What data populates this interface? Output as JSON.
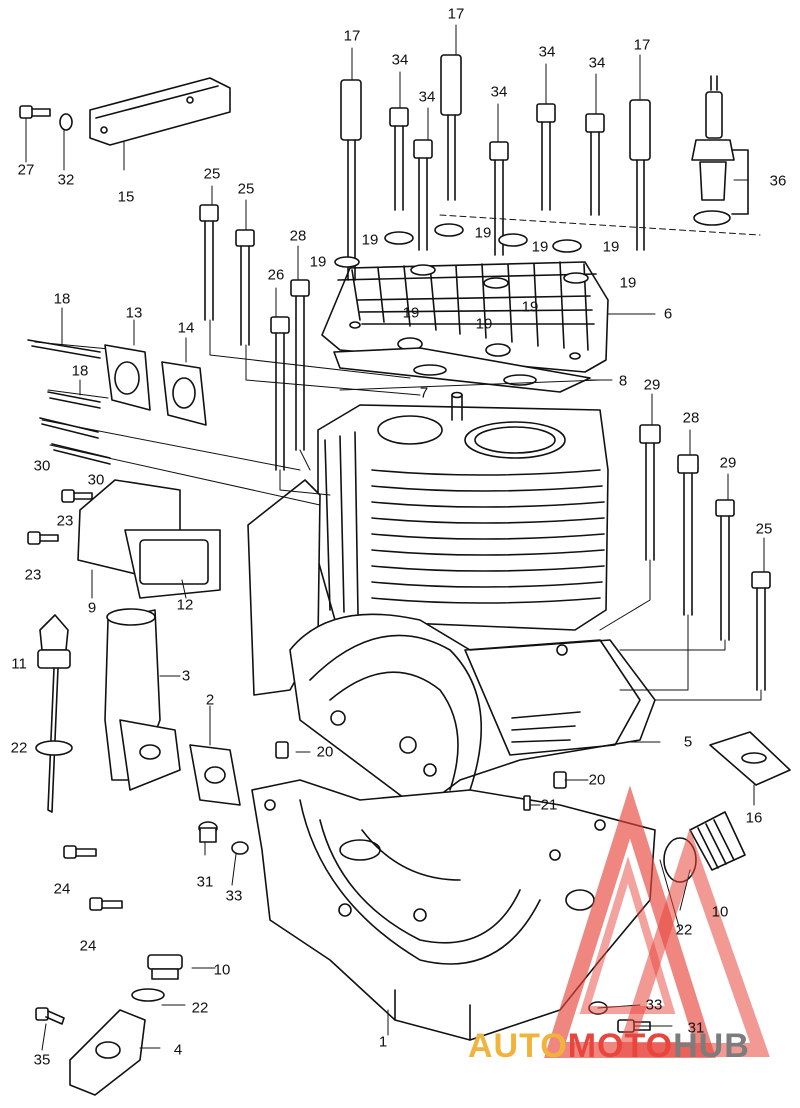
{
  "callouts": [
    "1",
    "2",
    "3",
    "4",
    "5",
    "6",
    "7",
    "8",
    "9",
    "10",
    "10",
    "11",
    "12",
    "13",
    "14",
    "15",
    "16",
    "17",
    "17",
    "17",
    "18",
    "18",
    "19",
    "19",
    "19",
    "19",
    "19",
    "19",
    "19",
    "19",
    "19",
    "20",
    "20",
    "21",
    "22",
    "22",
    "22",
    "23",
    "23",
    "24",
    "24",
    "25",
    "25",
    "25",
    "26",
    "27",
    "28",
    "28",
    "29",
    "29",
    "30",
    "30",
    "31",
    "31",
    "32",
    "33",
    "33",
    "34",
    "34",
    "34",
    "34",
    "34",
    "35",
    "36"
  ],
  "watermark": {
    "part1": "AUTO",
    "part2": "MOTO",
    "part3": "HUB"
  },
  "colors": {
    "line": "#111111",
    "watermark_red": "#e8453c",
    "watermark_orange": "#f2b33c",
    "watermark_gray": "#7c7c7c"
  }
}
